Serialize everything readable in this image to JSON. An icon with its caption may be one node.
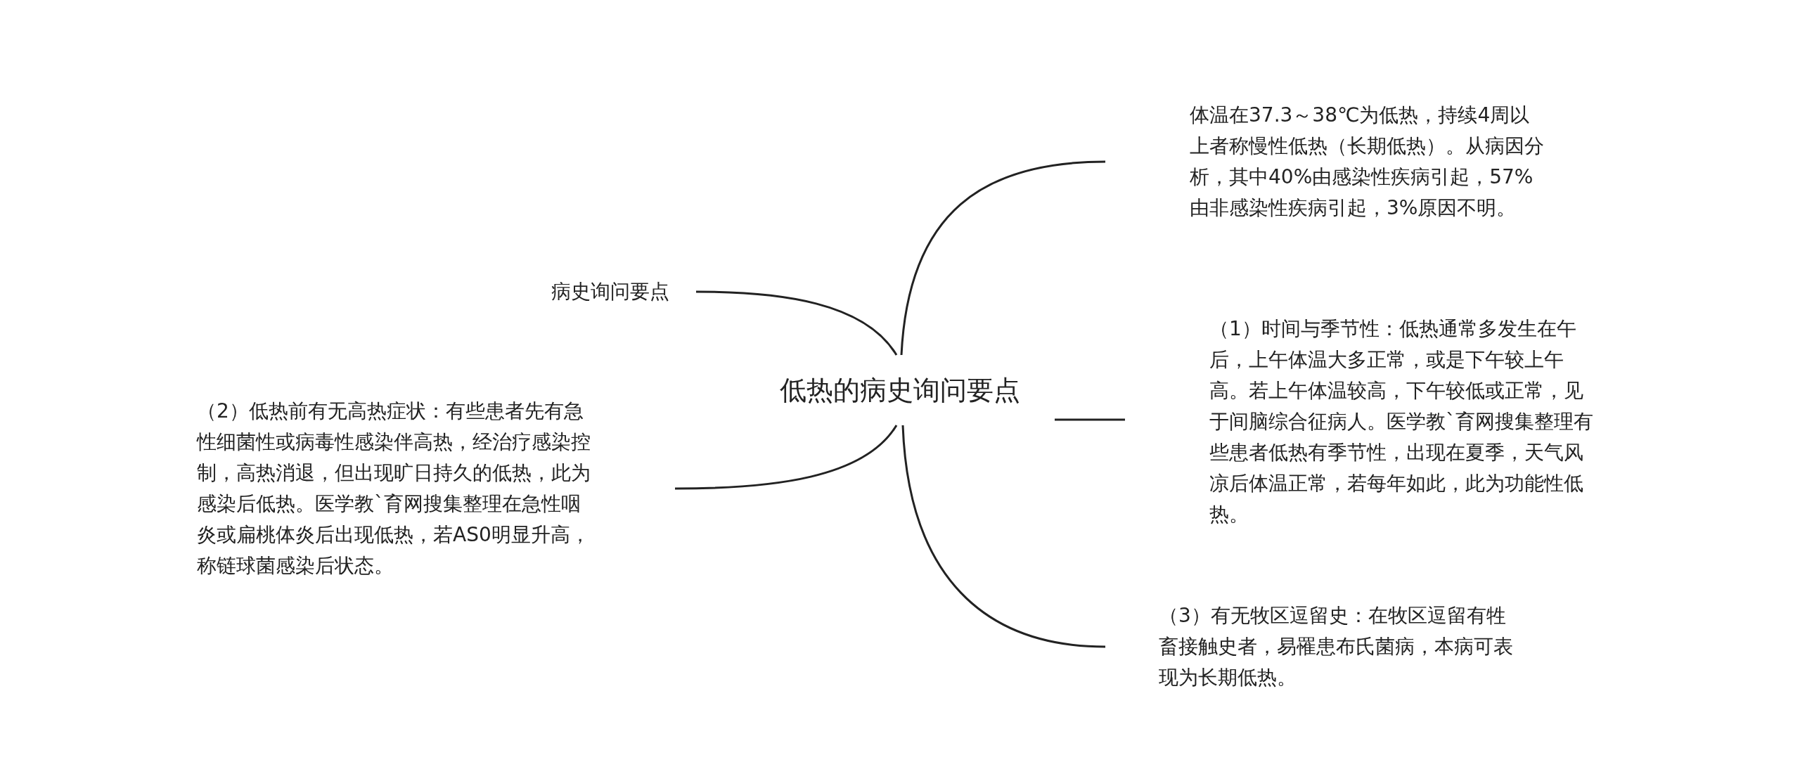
{
  "diagram": {
    "nodes": [
      {
        "text": [
          "低热的病史询问要点"
        ]
      },
      {
        "text": [
          "病史询问要点"
        ]
      },
      {
        "text": [
          "（2）低热前有无高热症状：有些患者先有急性细菌性或病毒性感染伴高热，经治疗感染控制，高热消退，但出现旷日持久的低热，此为感染后低热。医学教`育网搜集整理在急性咽炎或扁桃体炎后出现低热，若AS0明显升高，称链球菌感染后状态。"
        ]
      },
      {
        "text": [
          "体温在37.3～38℃为低热，持续4周以上者称慢性低热（长期低热）。从病因分析，其中40%由感染性疾病引起，57%由非感染性疾病引起，3%原因不明。"
        ]
      },
      {
        "text": [
          "（1）时间与季节性：低热通常多发生在午后，上午体温大多正常，或是下午较上午高。若上午体温较高，下午较低或正常，见于间脑综合征病人。医学教`育网搜集整理有些患者低热有季节性，出现在夏季，天气风凉后体温正常，若每年如此，此为功能性低热。"
        ]
      },
      {
        "text": [
          "（3）有无牧区逗留史：在牧区逗留有牲畜接触史者，易罹患布氏菌病，本病可表现为长期低热。"
        ]
      }
    ],
    "edges": [
      {
        "from": 0,
        "to": 1,
        "arrow": "none"
      },
      {
        "from": 0,
        "to": 2,
        "arrow": "none"
      },
      {
        "from": 0,
        "to": 3,
        "arrow": "none"
      },
      {
        "from": 0,
        "to": 4,
        "arrow": "none"
      },
      {
        "from": 0,
        "to": 5,
        "arrow": "none"
      }
    ]
  }
}
